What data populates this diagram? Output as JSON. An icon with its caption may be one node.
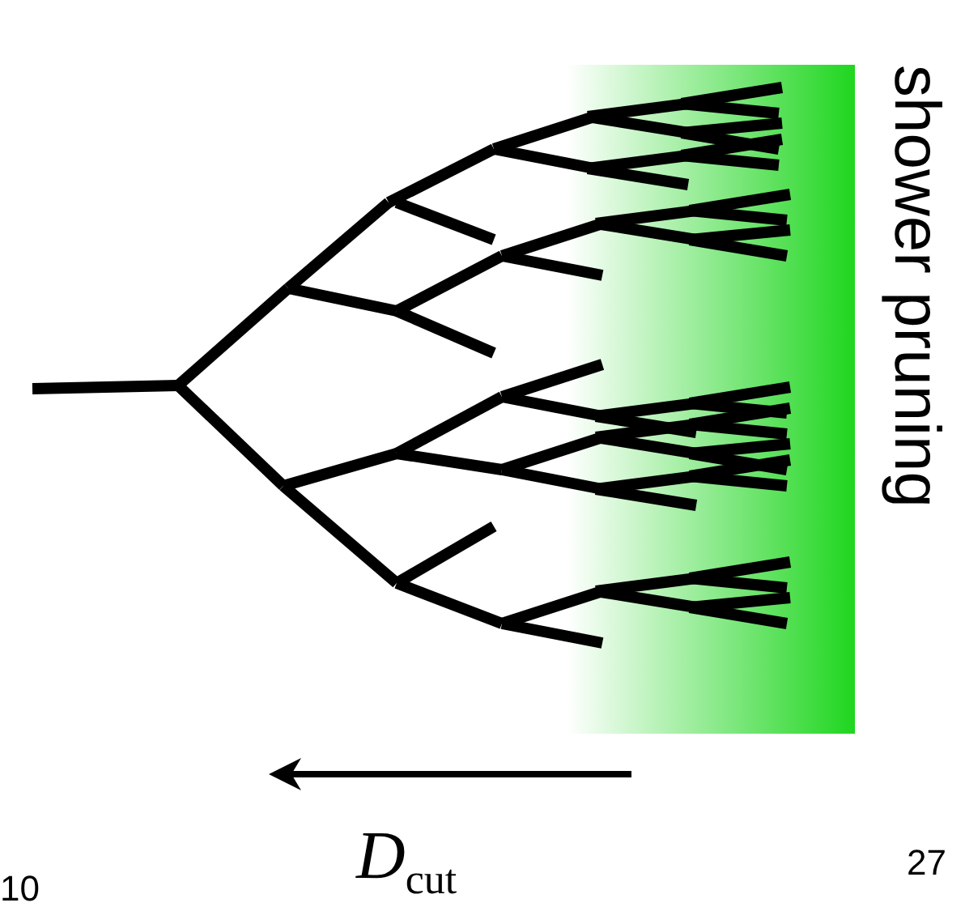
{
  "diagram": {
    "labels": [
      "shower pruning",
      "*D*$_{cut}$",
      "10",
      "27"
    ]
  }
}
